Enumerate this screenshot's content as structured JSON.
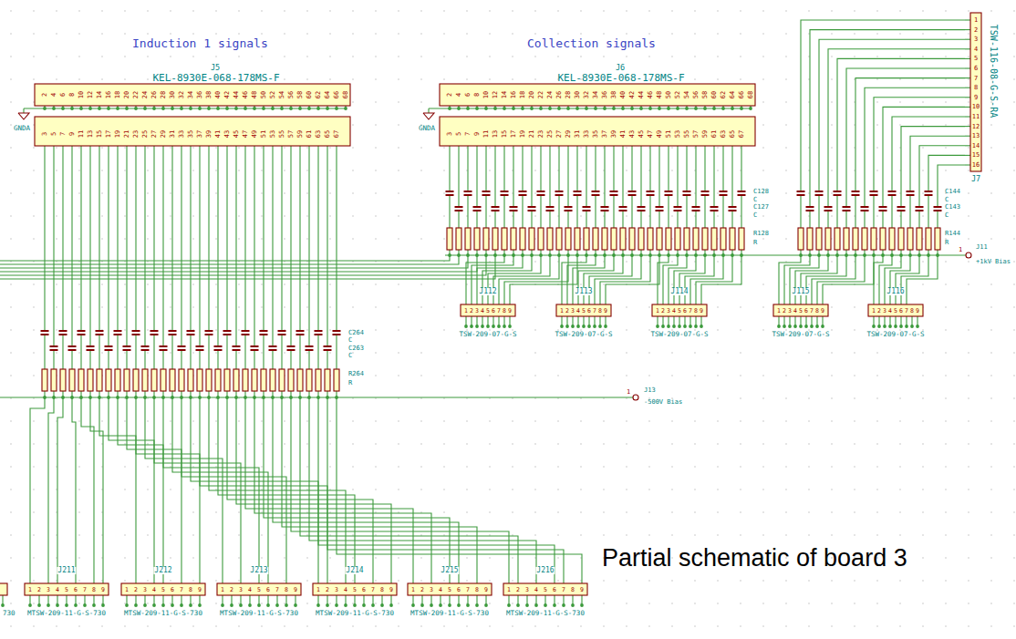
{
  "diagram": {
    "caption": "Partial schematic of board 3",
    "labels": [
      "Induction 1 signals",
      "Collection signals",
      "J5",
      "KEL-8930E-068-178MS-F",
      "J6",
      "KEL-8930E-068-178MS-F",
      "GNDA",
      "GNDA",
      "2",
      "4",
      "6",
      "8",
      "10",
      "12",
      "14",
      "16",
      "18",
      "20",
      "22",
      "24",
      "26",
      "28",
      "30",
      "32",
      "34",
      "36",
      "38",
      "40",
      "42",
      "44",
      "46",
      "48",
      "50",
      "52",
      "54",
      "56",
      "58",
      "60",
      "62",
      "64",
      "66",
      "68",
      "3",
      "5",
      "7",
      "9",
      "11",
      "13",
      "15",
      "17",
      "19",
      "21",
      "23",
      "25",
      "27",
      "29",
      "31",
      "33",
      "35",
      "37",
      "39",
      "41",
      "43",
      "45",
      "47",
      "49",
      "51",
      "53",
      "55",
      "57",
      "59",
      "61",
      "63",
      "65",
      "67",
      "2",
      "4",
      "6",
      "8",
      "10",
      "12",
      "14",
      "16",
      "18",
      "20",
      "22",
      "24",
      "26",
      "28",
      "30",
      "32",
      "34",
      "36",
      "38",
      "40",
      "42",
      "44",
      "46",
      "48",
      "50",
      "52",
      "54",
      "56",
      "58",
      "60",
      "62",
      "64",
      "66",
      "68",
      "3",
      "5",
      "7",
      "9",
      "11",
      "13",
      "15",
      "17",
      "19",
      "21",
      "23",
      "25",
      "27",
      "29",
      "31",
      "33",
      "35",
      "37",
      "39",
      "41",
      "43",
      "45",
      "47",
      "49",
      "51",
      "53",
      "55",
      "57",
      "59",
      "61",
      "63",
      "65",
      "67",
      "J7",
      "TSW-116-08-G-S-RA",
      "1",
      "2",
      "3",
      "4",
      "5",
      "6",
      "7",
      "8",
      "9",
      "10",
      "11",
      "12",
      "13",
      "14",
      "15",
      "16",
      "C128",
      "C",
      "C127",
      "C",
      "R128",
      "R",
      "C144",
      "C",
      "C143",
      "C",
      "R144",
      "R",
      "J11",
      "1",
      "+1kV Bias",
      "C264",
      "C",
      "C263",
      "C",
      "R264",
      "R",
      "J13",
      "1",
      "-500V Bias",
      "J112",
      "1",
      "2",
      "3",
      "4",
      "5",
      "6",
      "7",
      "8",
      "9",
      "TSW-209-07-G-S",
      "J113",
      "1",
      "2",
      "3",
      "4",
      "5",
      "6",
      "7",
      "8",
      "9",
      "TSW-209-07-G-S",
      "J114",
      "1",
      "2",
      "3",
      "4",
      "5",
      "6",
      "7",
      "8",
      "9",
      "TSW-209-07-G-S",
      "J115",
      "1",
      "2",
      "3",
      "4",
      "5",
      "6",
      "7",
      "8",
      "9",
      "TSW-209-07-G-S",
      "J116",
      "1",
      "2",
      "3",
      "4",
      "5",
      "6",
      "7",
      "8",
      "9",
      "TSW-209-07-G-S",
      "J211",
      "1",
      "2",
      "3",
      "4",
      "5",
      "6",
      "7",
      "8",
      "9",
      "MTSW-209-11-G-S-730",
      "J212",
      "1",
      "2",
      "3",
      "4",
      "5",
      "6",
      "7",
      "8",
      "9",
      "MTSW-209-11-G-S-730",
      "J213",
      "1",
      "2",
      "3",
      "4",
      "5",
      "6",
      "7",
      "8",
      "9",
      "MTSW-209-11-G-S-730",
      "J214",
      "1",
      "2",
      "3",
      "4",
      "5",
      "6",
      "7",
      "8",
      "9",
      "MTSW-209-11-G-S-730",
      "J215",
      "1",
      "2",
      "3",
      "4",
      "5",
      "6",
      "7",
      "8",
      "9",
      "MTSW-209-11-G-S-730",
      "J216",
      "1",
      "2",
      "3",
      "4",
      "5",
      "6",
      "7",
      "8",
      "9",
      "MTSW-209-11-G-S-730",
      "730"
    ]
  }
}
